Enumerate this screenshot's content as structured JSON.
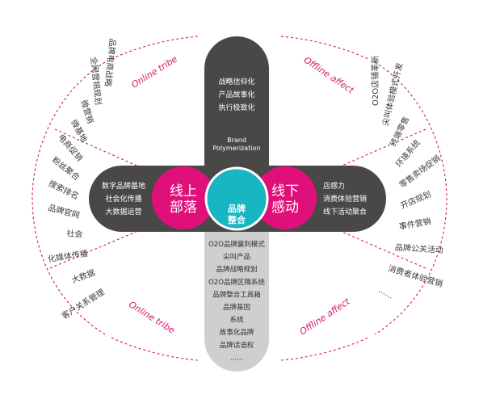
{
  "colors": {
    "magenta": "#e0107a",
    "teal": "#18b5c2",
    "dark": "#4a4846",
    "gray": "#cfcfcf",
    "accent_text": "#d6156c"
  },
  "center": {
    "brand_en": [
      "Brand",
      "Polymerization"
    ],
    "label_line1": "品牌",
    "label_line2": "整合"
  },
  "left_hub": {
    "line1": "线上",
    "line2": "部落"
  },
  "right_hub": {
    "line1": "线下",
    "line2": "感动"
  },
  "top_bar": {
    "items": [
      "战略信仰化",
      "产品故事化",
      "执行极致化"
    ]
  },
  "left_bar": {
    "items": [
      "数字品牌基地",
      "社会化传播",
      "大数据运营"
    ]
  },
  "right_bar": {
    "items": [
      "店感力",
      "消费体验营销",
      "线下活动聚合"
    ]
  },
  "bottom_bar": {
    "items": [
      "O2O品牌赢利模式",
      "尖叫产品",
      "品牌战略规划",
      "O2O品牌区隔系统",
      "品牌整合工具箱",
      "品牌基因",
      "系统",
      "故事化品牌",
      "品牌话语权",
      "......"
    ]
  },
  "left_fan": {
    "items": [
      "品牌电商战略",
      "全网营销规划",
      "微营销",
      "微基地",
      "电商促销",
      "粉丝聚合",
      "搜索排名",
      "品牌官网",
      "社会",
      "化媒体传播",
      "大数据",
      "客户关系管理"
    ]
  },
  "right_fan": {
    "items": [
      "O2O店铺革新",
      "尖叫体验模式开发",
      "终端零售",
      "环境系统",
      "零售卖场促销",
      "开店规划",
      "事件营销",
      "品牌公关活动",
      "消费者体验营销",
      "......"
    ]
  },
  "arc_labels": {
    "online_top": "Online tribe",
    "online_bottom": "Online tribe",
    "offline_top": "Offline affect",
    "offline_bottom": "Offline affect"
  }
}
